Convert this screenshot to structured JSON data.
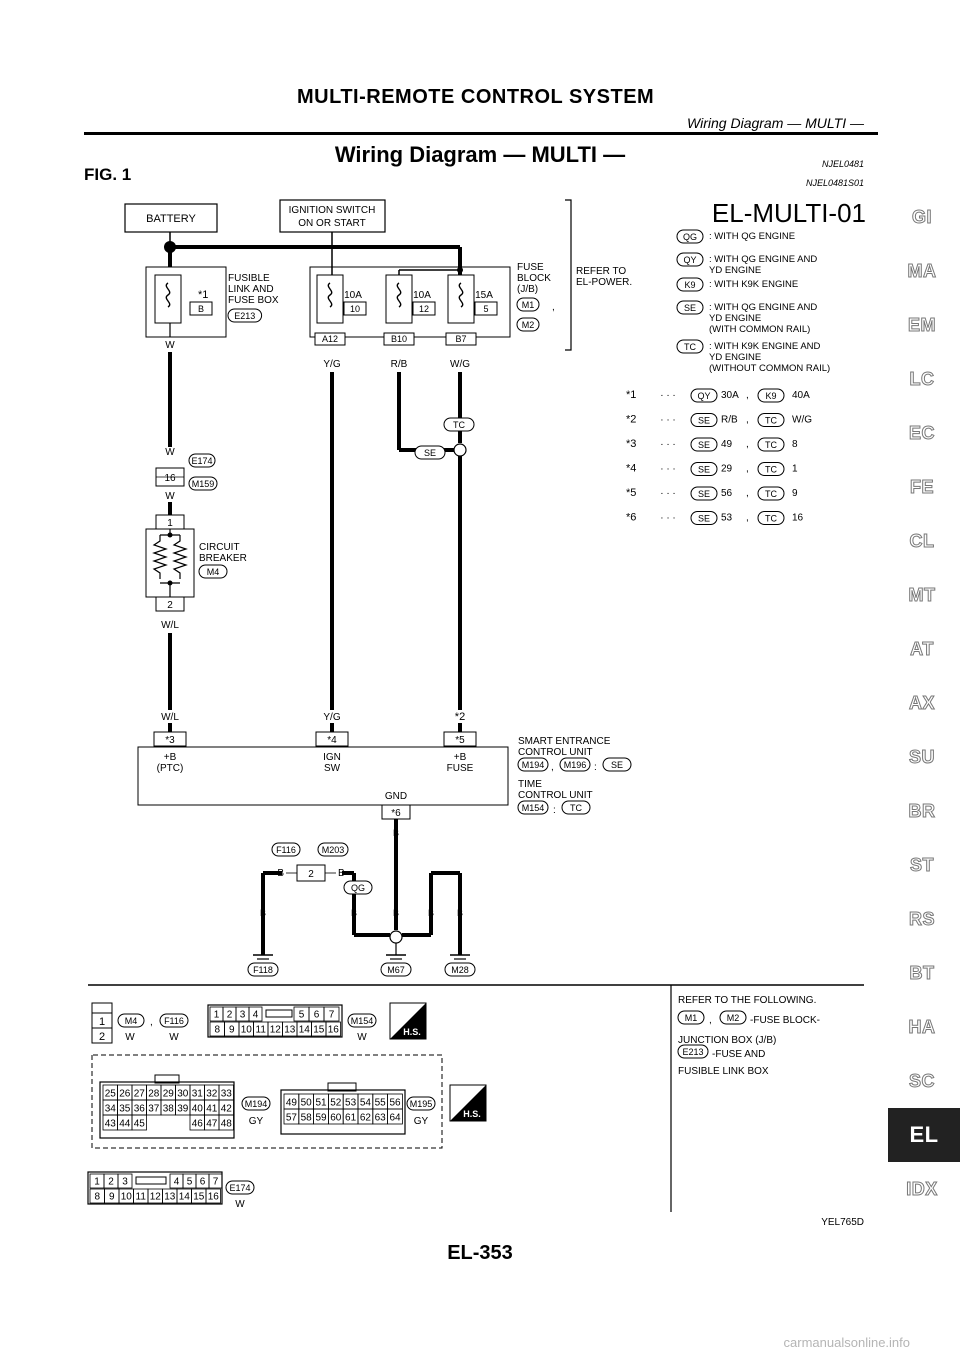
{
  "header": {
    "title": "MULTI-REMOTE CONTROL SYSTEM",
    "subtitle": "Wiring Diagram — MULTI —"
  },
  "section": {
    "title": "Wiring Diagram — MULTI —",
    "code": "NJEL0481",
    "figure_label": "FIG. 1",
    "figure_code": "NJEL0481S01"
  },
  "diagram": {
    "id": "EL-MULTI-01",
    "battery": "BATTERY",
    "ignition": [
      "IGNITION SWITCH",
      "ON OR START"
    ],
    "fusible_link": [
      "FUSIBLE",
      "LINK AND",
      "FUSE BOX"
    ],
    "fusible_link_code": "E213",
    "star1_label": "*1",
    "star1_value": "B",
    "fuse_block": [
      "FUSE",
      "BLOCK",
      "(J/B)"
    ],
    "fuse_block_codes": [
      "M1",
      "M2"
    ],
    "fuses": [
      {
        "amp": "10A",
        "num": "10",
        "conn": "A12",
        "wire": "Y/G"
      },
      {
        "amp": "10A",
        "num": "12",
        "conn": "B10",
        "wire": "R/B"
      },
      {
        "amp": "15A",
        "num": "5",
        "conn": "B7",
        "wire": "W/G"
      }
    ],
    "refer_power": [
      "REFER TO",
      "EL-POWER."
    ],
    "legend": [
      {
        "code": "QG",
        "text": [
          ": WITH QG ENGINE"
        ]
      },
      {
        "code": "QY",
        "text": [
          ": WITH QG ENGINE AND",
          "YD ENGINE"
        ]
      },
      {
        "code": "K9",
        "text": [
          ": WITH K9K ENGINE"
        ]
      },
      {
        "code": "SE",
        "text": [
          ": WITH QG ENGINE AND",
          "YD ENGINE",
          "(WITH COMMON RAIL)"
        ]
      },
      {
        "code": "TC",
        "text": [
          ": WITH K9K ENGINE AND",
          "YD ENGINE",
          "(WITHOUT COMMON RAIL)"
        ]
      }
    ],
    "stars": [
      {
        "label": "*1",
        "a_code": "QY",
        "a_val": "30A",
        "b_code": "K9",
        "b_val": "40A"
      },
      {
        "label": "*2",
        "a_code": "SE",
        "a_val": "R/B",
        "b_code": "TC",
        "b_val": "W/G"
      },
      {
        "label": "*3",
        "a_code": "SE",
        "a_val": "49",
        "b_code": "TC",
        "b_val": "8"
      },
      {
        "label": "*4",
        "a_code": "SE",
        "a_val": "29",
        "b_code": "TC",
        "b_val": "1"
      },
      {
        "label": "*5",
        "a_code": "SE",
        "a_val": "56",
        "b_code": "TC",
        "b_val": "9"
      },
      {
        "label": "*6",
        "a_code": "SE",
        "a_val": "53",
        "b_code": "TC",
        "b_val": "16"
      }
    ],
    "dots": "· · ·",
    "wires": {
      "w": "W",
      "wl": "W/L",
      "yg": "Y/G",
      "b": "B",
      "star2": "*2"
    },
    "junction_codes": [
      "TC",
      "SE"
    ],
    "conn_e174": {
      "pin": "16",
      "codes": [
        "E174",
        "M159"
      ]
    },
    "breaker": {
      "label": [
        "CIRCUIT",
        "BREAKER"
      ],
      "code": "M4",
      "pin_top": "1",
      "pin_bottom": "2"
    },
    "control_unit": {
      "pins": [
        {
          "star": "*3",
          "name": [
            "+B",
            "(PTC)"
          ]
        },
        {
          "star": "*4",
          "name": [
            "IGN",
            "SW"
          ]
        },
        {
          "star": "*5",
          "name": [
            "+B",
            "FUSE"
          ]
        }
      ],
      "gnd": "GND",
      "gnd_star": "*6",
      "name1": [
        "SMART ENTRANCE",
        "CONTROL UNIT"
      ],
      "codes1": [
        "M194",
        "M196",
        "SE"
      ],
      "name2": [
        "TIME",
        "CONTROL UNIT"
      ],
      "codes2": [
        "M154",
        "TC"
      ]
    },
    "ground_conn": {
      "codes": [
        "F116",
        "M203"
      ],
      "pin": "2",
      "qg": "QG"
    },
    "grounds": [
      "F118",
      "M67",
      "M28"
    ]
  },
  "connectors": {
    "c1": {
      "pins": [
        "1",
        "2"
      ],
      "codes": [
        "M4",
        "F116"
      ],
      "colors": [
        "W",
        "W"
      ]
    },
    "c2": {
      "row1": [
        "1",
        "2",
        "3",
        "4",
        "5",
        "6",
        "7"
      ],
      "row2": [
        "8",
        "9",
        "10",
        "11",
        "12",
        "13",
        "14",
        "15",
        "16"
      ],
      "code": "M154",
      "color": "W"
    },
    "c3": {
      "rows": [
        [
          "25",
          "26",
          "27",
          "28",
          "29",
          "30",
          "31",
          "32",
          "33"
        ],
        [
          "34",
          "35",
          "36",
          "37",
          "38",
          "39",
          "40",
          "41",
          "42"
        ],
        [
          "43",
          "44",
          "45",
          "46",
          "47",
          "48"
        ]
      ],
      "code": "M194",
      "color": "GY"
    },
    "c4": {
      "rows": [
        [
          "49",
          "50",
          "51",
          "52",
          "53",
          "54",
          "55",
          "56"
        ],
        [
          "57",
          "58",
          "59",
          "60",
          "61",
          "62",
          "63",
          "64"
        ]
      ],
      "code": "M195",
      "color": "GY"
    },
    "c5": {
      "row1": [
        "1",
        "2",
        "3",
        "4",
        "5",
        "6",
        "7"
      ],
      "row2": [
        "8",
        "9",
        "10",
        "11",
        "12",
        "13",
        "14",
        "15",
        "16"
      ],
      "code": "E174",
      "color": "W"
    },
    "hs": "H.S."
  },
  "refer": {
    "title": "REFER TO THE FOLLOWING.",
    "line1_codes": [
      "M1",
      "M2"
    ],
    "line1_text": "-FUSE BLOCK-",
    "line2": "JUNCTION BOX (J/B)",
    "line3_code": "E213",
    "line3_text": "-FUSE AND",
    "line4": "FUSIBLE LINK BOX"
  },
  "image_code": "YEL765D",
  "page_number": "EL-353",
  "watermark": "carmanualsonline.info",
  "sidebar": [
    "GI",
    "MA",
    "EM",
    "LC",
    "EC",
    "FE",
    "CL",
    "MT",
    "AT",
    "AX",
    "SU",
    "BR",
    "ST",
    "RS",
    "BT",
    "HA",
    "SC",
    "EL",
    "IDX"
  ],
  "active_tab": "EL"
}
